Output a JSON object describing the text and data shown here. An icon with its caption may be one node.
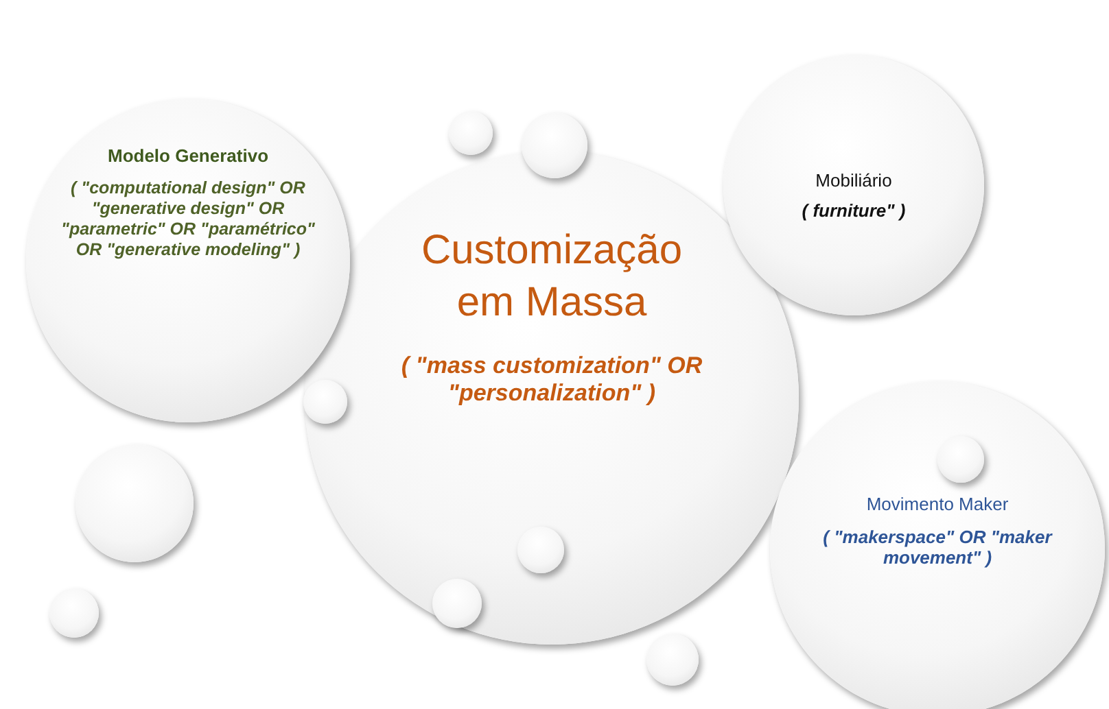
{
  "diagram": {
    "nodes": [
      {
        "text": [
          "Modelo Generativo",
          "( \"computational design\" OR \"generative design\" OR \"parametric\" OR \"paramétrico\" OR \"generative modeling\" )"
        ]
      },
      {
        "text": [
          "Customização em Massa",
          "( \"mass customization\" OR \"personalization\" )"
        ]
      },
      {
        "text": [
          "Mobiliário",
          "( furniture\" )"
        ]
      },
      {
        "text": [
          "Movimento Maker",
          "( \"makerspace\" OR \"maker movement\" )"
        ]
      },
      {
        "text": [],
        "shape": "circle"
      },
      {
        "text": [],
        "shape": "circle"
      },
      {
        "text": [],
        "shape": "circle"
      },
      {
        "text": [],
        "shape": "circle",
        "in": 1
      },
      {
        "text": [],
        "shape": "circle"
      },
      {
        "text": [],
        "shape": "circle",
        "in": 1
      },
      {
        "text": [],
        "shape": "circle"
      },
      {
        "text": [],
        "shape": "circle"
      },
      {
        "text": [],
        "shape": "circle",
        "in": 3
      }
    ]
  }
}
